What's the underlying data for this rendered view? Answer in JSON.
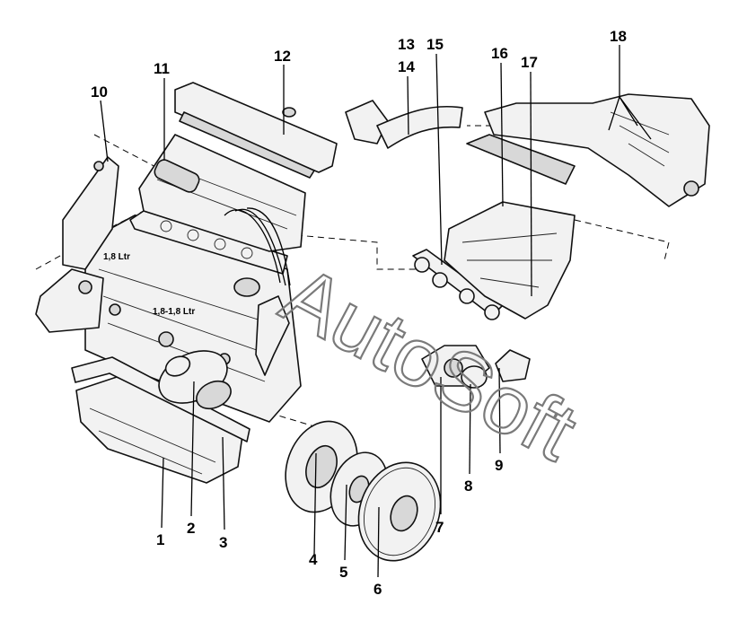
{
  "diagram": {
    "callouts": [
      {
        "id": "1",
        "label": "1"
      },
      {
        "id": "2",
        "label": "2"
      },
      {
        "id": "3",
        "label": "3"
      },
      {
        "id": "4",
        "label": "4"
      },
      {
        "id": "5",
        "label": "5"
      },
      {
        "id": "6",
        "label": "6"
      },
      {
        "id": "7",
        "label": "7"
      },
      {
        "id": "8",
        "label": "8"
      },
      {
        "id": "9",
        "label": "9"
      },
      {
        "id": "10",
        "label": "10"
      },
      {
        "id": "11",
        "label": "11"
      },
      {
        "id": "12",
        "label": "12"
      },
      {
        "id": "13",
        "label": "13"
      },
      {
        "id": "14",
        "label": "14"
      },
      {
        "id": "15",
        "label": "15"
      },
      {
        "id": "16",
        "label": "16"
      },
      {
        "id": "17",
        "label": "17"
      },
      {
        "id": "18",
        "label": "18"
      }
    ],
    "notes": {
      "engine_variant_a": "1,8 Ltr",
      "engine_variant_b": "1,8-1,8 Ltr"
    },
    "watermark": "AutoSoft"
  }
}
